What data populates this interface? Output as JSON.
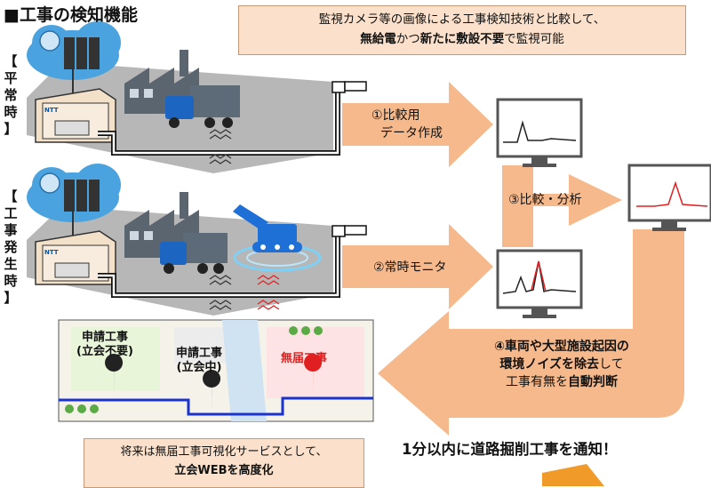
{
  "title": "■工事の検知機能",
  "top_callout": {
    "line1": "監視カメラ等の画像による工事検知技術と比較して、",
    "line2_bold1": "無給電",
    "line2_mid": "かつ",
    "line2_bold2": "新たに敷設不要",
    "line2_end": "で監視可能"
  },
  "row_labels": {
    "normal": [
      "【",
      "平",
      "常",
      "時",
      "】"
    ],
    "construction": [
      "【",
      "工",
      "事",
      "発",
      "生",
      "時",
      "】"
    ]
  },
  "building_label": "NTT",
  "steps": {
    "step1_line1": "①比較用",
    "step1_line2": "データ作成",
    "step2": "②常時モニタ",
    "step3": "③比較・分析",
    "step4_line1_bold": "④車両や大型施設起因の",
    "step4_line2_bold": "環境ノイズを除去",
    "step4_line2_end": "して",
    "step4_line3_start": "工事有無を",
    "step4_line3_bold": "自動判断"
  },
  "map": {
    "label1_line1": "申請工事",
    "label1_line2": "(立会不要)",
    "label2_line1": "申請工事",
    "label2_line2": "(立会中)",
    "label3": "無届工事"
  },
  "bottom_callout": {
    "line1": "将来は無届工事可視化サービスとして、",
    "line2_bold": "立会WEBを高度化"
  },
  "notify": "1分以内に道路掘削工事を通知！",
  "colors": {
    "arrow": "#f6b98c",
    "callout_bg": "#fbe1cc",
    "alert_red": "#e02020",
    "road_blue": "#1a33cc"
  }
}
